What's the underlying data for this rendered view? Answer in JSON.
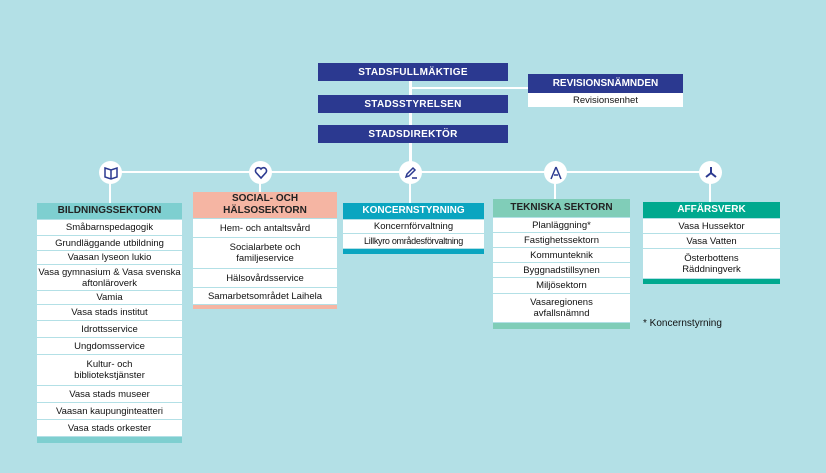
{
  "top": {
    "council": "STADSFULLMÄKTIGE",
    "board": "STADSSTYRELSEN",
    "director": "STADSDIREKTÖR"
  },
  "audit": {
    "title": "REVISIONSNÄMNDEN",
    "unit": "Revisionsenhet"
  },
  "colors": {
    "navy": "#2b3990",
    "bildning": "#7ecfd0",
    "social": "#f5b5a3",
    "koncern": "#0aa5c0",
    "teknik": "#80cdb8",
    "affar": "#00a98f"
  },
  "sectors": [
    {
      "title": "BILDNINGSSEKTORN",
      "icon": "book-icon",
      "items": [
        "Småbarnspedagogik",
        "Grundläggande utbildning",
        "Vaasan lyseon lukio",
        "Vasa gymnasium & Vasa svenska aftonläroverk",
        "Vamia",
        "Vasa stads institut",
        "Idrottsservice",
        "Ungdomsservice",
        "Kultur- och bibliotekstjänster",
        "Vasa stads museer",
        "Vaasan kaupunginteatteri",
        "Vasa stads orkester"
      ]
    },
    {
      "title": "SOCIAL- OCH HÄLSOSEKTORN",
      "icon": "heart-icon",
      "items": [
        "Hem- och antaltsvård",
        "Socialarbete och familjeservice",
        "Hälsovårdsservice",
        "Samarbetsområdet Laihela"
      ]
    },
    {
      "title": "KONCERNSTYRNING",
      "icon": "pencil-icon",
      "items": [
        "Koncernförvaltning",
        "Lillkyro områdesförvaltning"
      ]
    },
    {
      "title": "TEKNISKA SEKTORN",
      "icon": "compass-icon",
      "items": [
        "Planläggning*",
        "Fastighetssektorn",
        "Kommunteknik",
        "Byggnadstillsynen",
        "Miljösektorn",
        "Vasaregionens avfallsnämnd"
      ]
    },
    {
      "title": "AFFÄRSVERK",
      "icon": "wind-turbine-icon",
      "items": [
        "Vasa Hussektor",
        "Vasa Vatten",
        "Österbottens Räddningverk"
      ]
    }
  ],
  "footnote": "* Koncernstyrning"
}
